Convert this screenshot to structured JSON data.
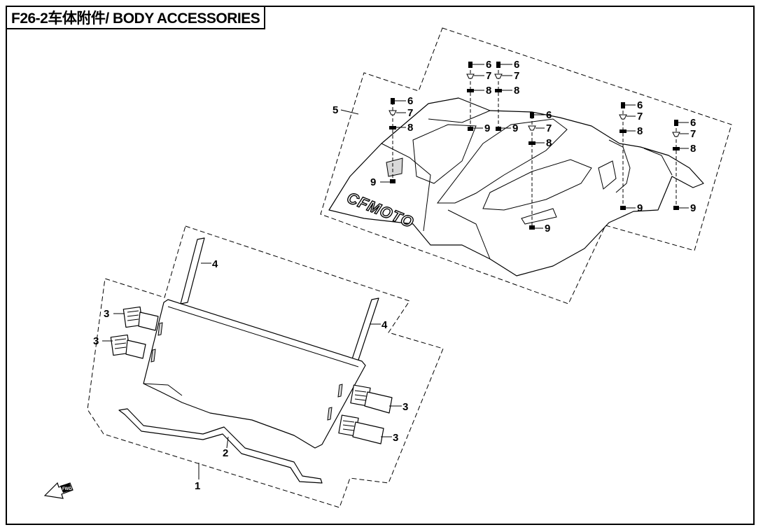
{
  "title": "F26-2车体附件/ BODY ACCESSORIES",
  "logo_text": "CFMOTO",
  "callouts": {
    "p1": "1",
    "p2": "2",
    "p3a": "3",
    "p3b": "3",
    "p3c": "3",
    "p3d": "3",
    "p4a": "4",
    "p4b": "4",
    "p5": "5",
    "f6a": "6",
    "f7a": "7",
    "f8a": "8",
    "f9a": "9",
    "f6b": "6",
    "f7b": "7",
    "f8b": "8",
    "f9b": "9",
    "f6c": "6",
    "f7c": "7",
    "f8c": "8",
    "f9c": "9",
    "f6d": "6",
    "f7d": "7",
    "f8d": "8",
    "f9d": "9",
    "f6e": "6",
    "f7e": "7",
    "f8e": "8",
    "f9e": "9",
    "f6f": "6",
    "f7f": "7",
    "f8f": "8",
    "f9f": "9"
  },
  "fwd_icon": "fwd-arrow-icon",
  "fwd_text": "FWD"
}
